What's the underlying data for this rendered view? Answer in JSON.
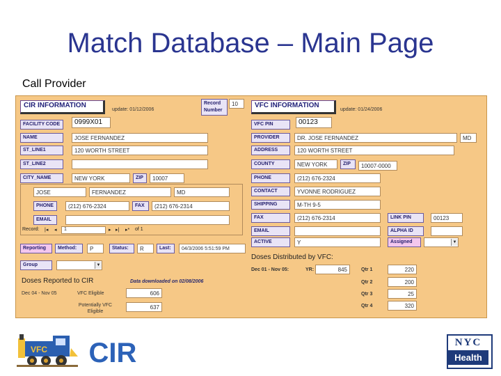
{
  "slide": {
    "title": "Match Database – Main Page",
    "subtitle": "Call Provider"
  },
  "cir": {
    "header": "CIR INFORMATION",
    "update": "update: 01/12/2006",
    "facility_code_label": "FACILITY CODE",
    "facility_code": "0999X01",
    "name_label": "NAME",
    "name": "JOSE FERNANDEZ",
    "st_line1_label": "ST_LINE1",
    "st_line1": "120 WORTH STREET",
    "st_line2_label": "ST_LINE2",
    "st_line2": "",
    "city_label": "CITY_NAME",
    "city": "NEW YORK",
    "zip_label": "ZIP",
    "zip": "10007",
    "record_number_label": "Record Number",
    "record_number": "10"
  },
  "contact_sub": {
    "first": "JOSE",
    "last": "FERNANDEZ",
    "title": "MD",
    "phone_label": "PHONE",
    "phone": "(212) 676-2324",
    "fax_label": "FAX",
    "fax": "(212) 676-2314",
    "email_label": "EMAIL",
    "email": "",
    "record_label": "Record:",
    "record_nav": "1",
    "record_of": "of 1"
  },
  "vfc": {
    "header": "VFC INFORMATION",
    "update": "update: 01/24/2006",
    "pin_label": "VFC PIN",
    "pin": "00123",
    "provider_label": "PROVIDER",
    "provider": "DR. JOSE FERNANDEZ",
    "provider_title": "MD",
    "address_label": "ADDRESS",
    "address": "120 WORTH STREET",
    "county_label": "COUNTY",
    "county": "NEW YORK",
    "zip_label": "ZIP",
    "zip": "10007-0000",
    "phone_label": "PHONE",
    "phone": "(212) 676-2324",
    "contact_label": "CONTACT",
    "contact": "YVONNE RODRIGUEZ",
    "shipping_label": "SHIPPING",
    "shipping": "M-TH 9-5",
    "fax_label": "FAX",
    "fax": "(212) 676-2314",
    "link_pin_label": "LINK PIN",
    "link_pin": "00123",
    "email_label": "EMAIL",
    "email": "",
    "alpha_id_label": "ALPHA ID",
    "alpha_id": "",
    "active_label": "ACTIVE",
    "active": "Y",
    "assigned_label": "Assigned",
    "assigned": ""
  },
  "status_row": {
    "reporting_label": "Reporting",
    "method_label": "Method:",
    "method": "P",
    "status_label": "Status:",
    "status": "R",
    "last_label": "Last:",
    "last": "04/3/2006 5:51:59 PM",
    "group_label": "Group"
  },
  "doses_cir": {
    "heading": "Doses Reported to CIR",
    "period": "Dec 04 - Nov 05",
    "vfc_eligible_label": "VFC Eligible",
    "vfc_eligible": "606",
    "potential_label": "Potentially VFC Eligible",
    "potential": "637",
    "download_note": "Data downloaded on 02/08/2006"
  },
  "doses_vfc": {
    "heading": "Doses Distributed by VFC:",
    "period": "Dec 01 - Nov 05:",
    "yr_label": "YR:",
    "yr": "845",
    "qtrs": [
      {
        "label": "Qtr 1",
        "value": "220"
      },
      {
        "label": "Qtr 2",
        "value": "200"
      },
      {
        "label": "Qtr 3",
        "value": "25"
      },
      {
        "label": "Qtr 4",
        "value": "320"
      }
    ]
  },
  "logos": {
    "vfc_text": "VFC",
    "cir_text": "CIR",
    "nyc_top": "NYC",
    "nyc_bottom": "Health",
    "cir_color": "#2c62b8",
    "nyc_color": "#1e3a7a"
  }
}
